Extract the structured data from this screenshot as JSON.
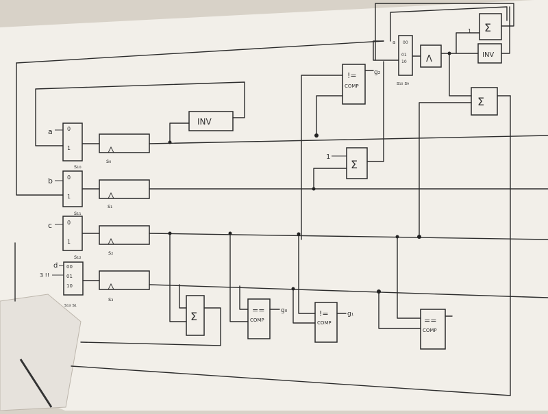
{
  "colors": {
    "paper": "#f2efe9",
    "ink": "#2c2c2c",
    "shadow": "#c9c3ba"
  },
  "labels": {
    "inv_top": "INV",
    "inv_right": "INV",
    "inputs": {
      "a": "a",
      "b": "b",
      "c": "c",
      "d": "d",
      "num": "3 !!"
    },
    "mux": {
      "zero": "0",
      "one": "1",
      "s10": "s₁₀",
      "s11": "s₁₁",
      "s12": "s₁₂"
    },
    "mux4": {
      "m00": "00",
      "m01": "01",
      "m10": "10",
      "sel": "s₁₃ s₁"
    },
    "regs": {
      "s0": "s₀",
      "s1": "s₁",
      "s2": "s₂",
      "s3": "s₃"
    },
    "mux_top": {
      "m00": "00",
      "m01": "01",
      "m10": "10",
      "a": "a",
      "sel": "s₁₀ s₉"
    },
    "sum": "Σ",
    "one": "1",
    "and": "Λ",
    "ne": "!=",
    "eq": "==",
    "comp": "COMP",
    "g0": "g₀",
    "g1": "g₁",
    "g2": "g₂"
  }
}
